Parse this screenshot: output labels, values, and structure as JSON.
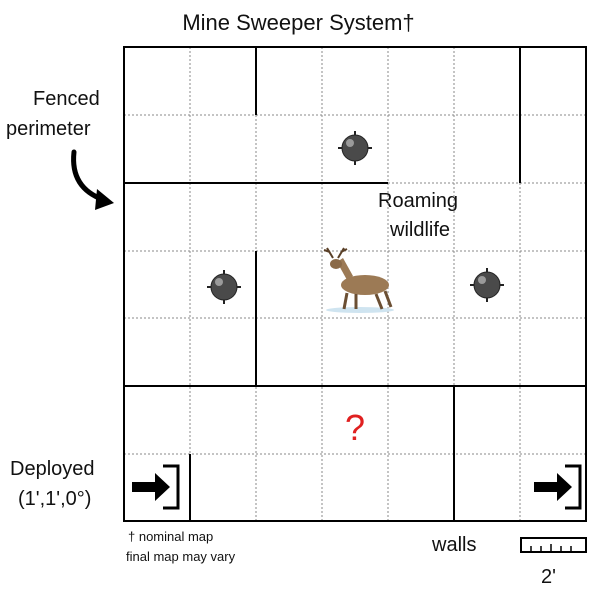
{
  "title": "Mine Sweeper System†",
  "fence_label": [
    "Fenced",
    "perimeter"
  ],
  "deployed_label": [
    "Deployed",
    "(1',1',0°)"
  ],
  "wildlife_label": [
    "Roaming",
    "wildlife"
  ],
  "unknown_mark": "?",
  "footnote": [
    "† nominal map",
    "final map may vary"
  ],
  "walls_label": "walls",
  "scale_label": "2'",
  "grid": {
    "columns": 7,
    "rows": 7
  },
  "icons": {
    "mines": [
      "mine-icon",
      "mine-icon",
      "mine-icon"
    ],
    "wildlife": "deer-icon",
    "start": "arrow-into-wall-icon",
    "end": "arrow-into-wall-icon"
  },
  "colors": {
    "question": "#e02020",
    "wall": "#000000",
    "grid": "#888888"
  }
}
